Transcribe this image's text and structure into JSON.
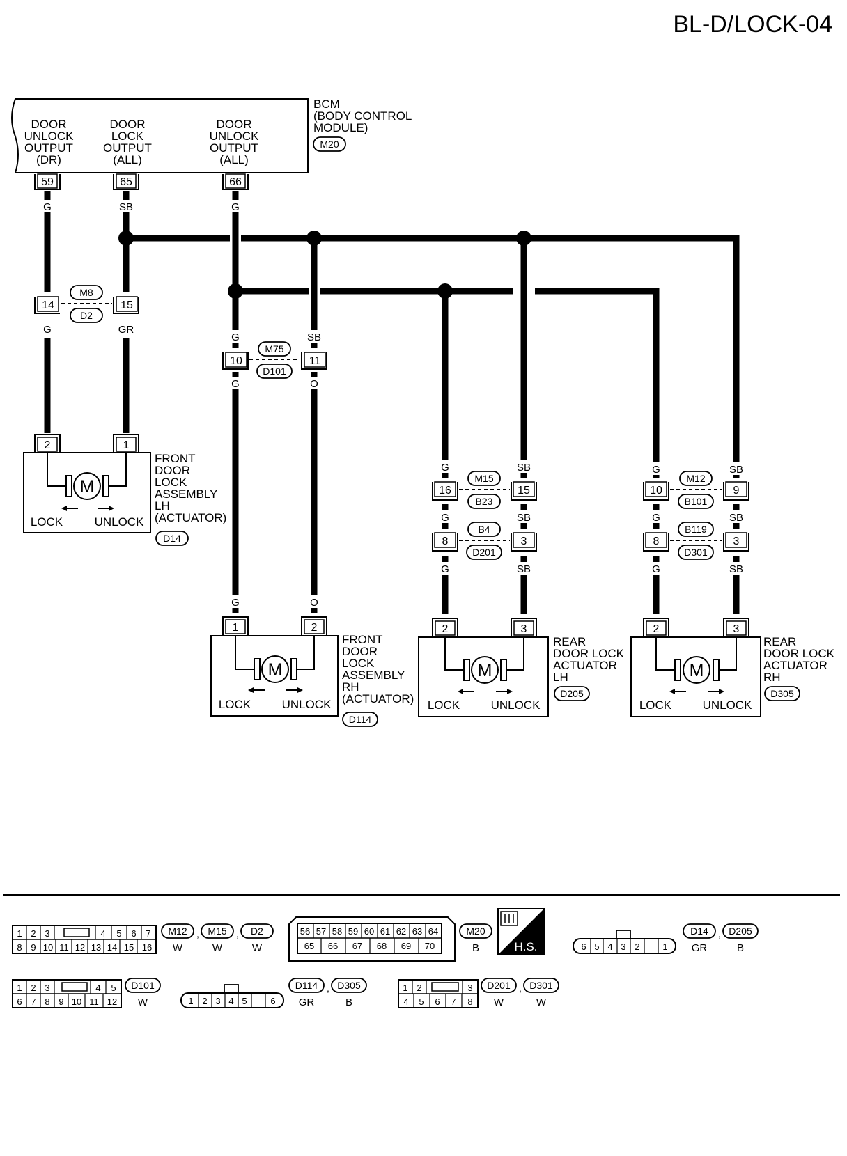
{
  "title": "BL-D/LOCK-04",
  "bcm": {
    "label": [
      "BCM",
      "(BODY CONTROL",
      "MODULE)"
    ],
    "connector": "M20",
    "outputs": [
      {
        "lines": [
          "DOOR",
          "UNLOCK",
          "OUTPUT",
          "(DR)"
        ],
        "pin": "59",
        "wire": "G"
      },
      {
        "lines": [
          "DOOR",
          "LOCK",
          "OUTPUT",
          "(ALL)"
        ],
        "pin": "65",
        "wire": "SB"
      },
      {
        "lines": [
          "DOOR",
          "UNLOCK",
          "OUTPUT",
          "(ALL)"
        ],
        "pin": "66",
        "wire": "G"
      }
    ]
  },
  "joints": [
    {
      "top": "M8",
      "bottom": "D2",
      "pins": [
        "14",
        "15"
      ],
      "wires_below": [
        "G",
        "GR"
      ]
    },
    {
      "top": "M75",
      "bottom": "D101",
      "pins": [
        "10",
        "11"
      ],
      "wires_above": [
        "G",
        "SB"
      ],
      "wires_below": [
        "G",
        "O"
      ]
    },
    {
      "top": "M15",
      "bottom": "B23",
      "pins": [
        "16",
        "15"
      ],
      "wires_above": [
        "G",
        "SB"
      ]
    },
    {
      "top": "B4",
      "bottom": "D201",
      "pins": [
        "8",
        "3"
      ],
      "wires_above": [
        "G",
        "SB"
      ],
      "wires_below": [
        "G",
        "SB"
      ]
    },
    {
      "top": "M12",
      "bottom": "B101",
      "pins": [
        "10",
        "9"
      ],
      "wires_above": [
        "G",
        "SB"
      ]
    },
    {
      "top": "B119",
      "bottom": "D301",
      "pins": [
        "8",
        "3"
      ],
      "wires_above": [
        "G",
        "SB"
      ],
      "wires_below": [
        "G",
        "SB"
      ]
    }
  ],
  "actuators": [
    {
      "label": [
        "FRONT",
        "DOOR",
        "LOCK",
        "ASSEMBLY",
        "LH",
        "(ACTUATOR)"
      ],
      "connector": "D14",
      "pins": [
        "2",
        "1"
      ],
      "motor": "M",
      "lock": "LOCK",
      "unlock": "UNLOCK"
    },
    {
      "label": [
        "FRONT",
        "DOOR",
        "LOCK",
        "ASSEMBLY",
        "RH",
        "(ACTUATOR)"
      ],
      "connector": "D114",
      "pins": [
        "1",
        "2"
      ],
      "wires_top": [
        "G",
        "O"
      ],
      "motor": "M",
      "lock": "LOCK",
      "unlock": "UNLOCK"
    },
    {
      "label": [
        "REAR",
        "DOOR LOCK",
        "ACTUATOR",
        "LH"
      ],
      "connector": "D205",
      "pins": [
        "2",
        "3"
      ],
      "motor": "M",
      "lock": "LOCK",
      "unlock": "UNLOCK"
    },
    {
      "label": [
        "REAR",
        "DOOR LOCK",
        "ACTUATOR",
        "RH"
      ],
      "connector": "D305",
      "pins": [
        "2",
        "3"
      ],
      "motor": "M",
      "lock": "LOCK",
      "unlock": "UNLOCK"
    }
  ],
  "connector_views": [
    {
      "row1": [
        "1",
        "2",
        "3",
        "",
        "4",
        "5",
        "6",
        "7"
      ],
      "row2": [
        "8",
        "9",
        "10",
        "11",
        "12",
        "13",
        "14",
        "15",
        "16"
      ],
      "ids": [
        "M12",
        "M15",
        "D2"
      ],
      "colors": [
        "W",
        "W",
        "W"
      ]
    },
    {
      "row1": [
        "56",
        "57",
        "58",
        "59",
        "60",
        "61",
        "62",
        "63",
        "64"
      ],
      "row2": [
        "65",
        "66",
        "67",
        "68",
        "69",
        "70"
      ],
      "ids": [
        "M20"
      ],
      "colors": [
        "B"
      ]
    },
    {
      "row1": [
        "6",
        "5",
        "4",
        "3",
        "2",
        "1"
      ],
      "ids": [
        "D14",
        "D205"
      ],
      "colors": [
        "GR",
        "B"
      ]
    },
    {
      "row1": [
        "1",
        "2",
        "3",
        "",
        "4",
        "5"
      ],
      "row2": [
        "6",
        "7",
        "8",
        "9",
        "10",
        "11",
        "12"
      ],
      "ids": [
        "D101"
      ],
      "colors": [
        "W"
      ]
    },
    {
      "row1": [
        "1",
        "2",
        "3",
        "4",
        "5",
        "6"
      ],
      "ids": [
        "D114",
        "D305"
      ],
      "colors": [
        "GR",
        "B"
      ]
    },
    {
      "row1": [
        "1",
        "2",
        "",
        "3"
      ],
      "row2": [
        "4",
        "5",
        "6",
        "7",
        "8"
      ],
      "ids": [
        "D201",
        "D301"
      ],
      "colors": [
        "W",
        "W"
      ]
    }
  ],
  "hs_label": "H.S."
}
